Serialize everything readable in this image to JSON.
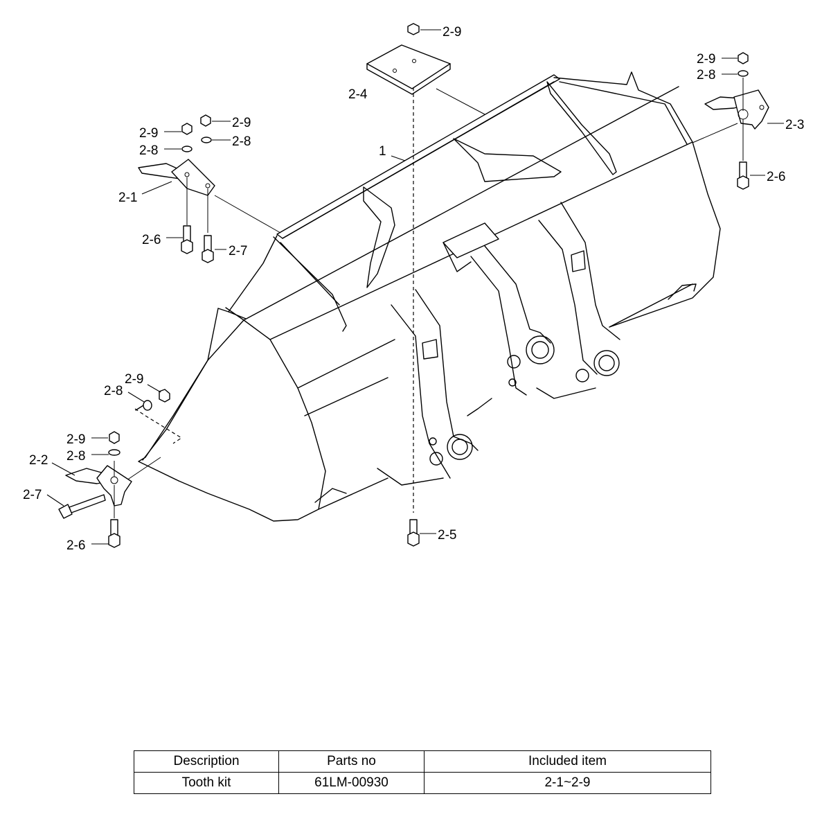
{
  "labels": {
    "l_1": "1",
    "l_21": "2-1",
    "l_22": "2-2",
    "l_23": "2-3",
    "l_24": "2-4",
    "l_25": "2-5",
    "l_26a": "2-6",
    "l_26b": "2-6",
    "l_26c": "2-6",
    "l_27a": "2-7",
    "l_27b": "2-7",
    "l_28a": "2-8",
    "l_28b": "2-8",
    "l_28c": "2-8",
    "l_28d": "2-8",
    "l_28e": "2-8",
    "l_29a": "2-9",
    "l_29b": "2-9",
    "l_29c": "2-9",
    "l_29d": "2-9",
    "l_29e": "2-9",
    "l_29f": "2-9"
  },
  "table": {
    "headers": [
      "Description",
      "Parts no",
      "Included item"
    ],
    "rows": [
      [
        "Tooth kit",
        "61LM-00930",
        "2-1~2-9"
      ]
    ]
  }
}
